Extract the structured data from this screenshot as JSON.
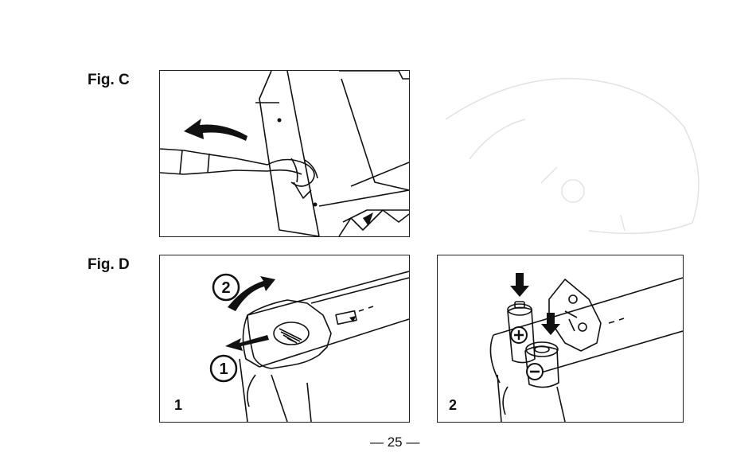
{
  "figures": {
    "c": {
      "label": "Fig. C"
    },
    "d": {
      "label": "Fig. D",
      "panel_1": {
        "number": "1",
        "step_1": "1",
        "step_2": "2"
      },
      "panel_2": {
        "number": "2"
      }
    }
  },
  "page_number": "— 25 —",
  "colors": {
    "ink": "#111111",
    "paper": "#ffffff",
    "ghost": "#d8d8d8"
  }
}
